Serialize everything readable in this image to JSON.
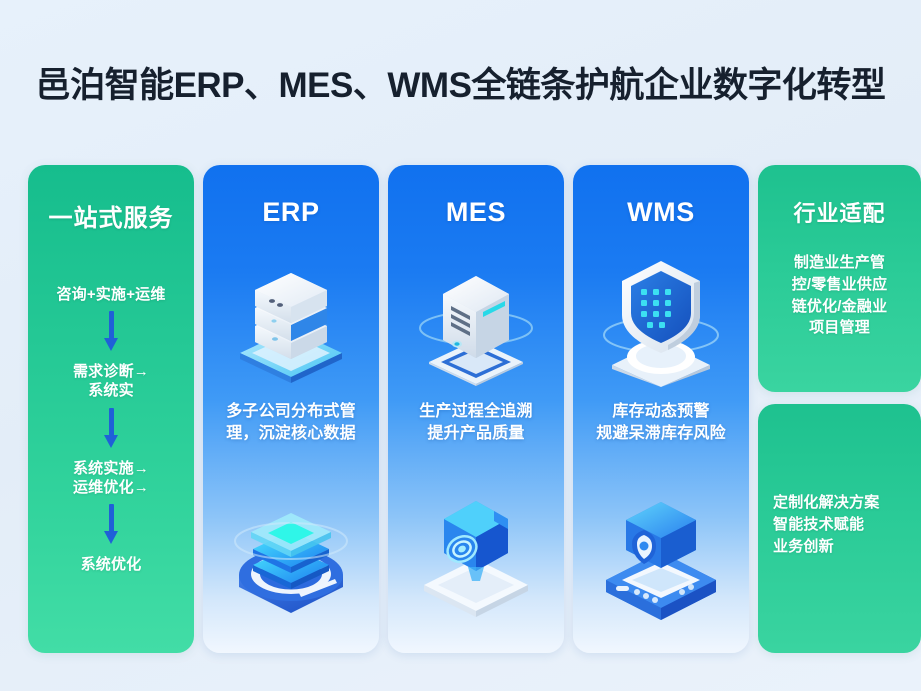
{
  "page": {
    "title": "邑泊智能ERP、MES、WMS全链条护航企业数字化转型",
    "background_color": "#e6f0fa",
    "accent_green": "#24c895",
    "accent_blue": "#1477f0",
    "arrow_color": "#1f60d8"
  },
  "service_panel": {
    "heading": "一站式服务",
    "flow": [
      {
        "label": "咨询+实施+运维"
      },
      {
        "label": "需求诊断→\n系统实"
      },
      {
        "label": "系统实施→\n运维优化→"
      },
      {
        "label": "系统优化"
      }
    ],
    "flow_steps": {
      "step1": "咨询+实施+运维",
      "step2_line1": "需求诊断→",
      "step2_line2": "系统实",
      "step3_line1": "系统实施→",
      "step3_line2": "运维优化→",
      "step4": "系统优化"
    }
  },
  "products": [
    {
      "name": "ERP",
      "caption_line1": "多子公司分布式管",
      "caption_line2": "理，沉淀核心数据",
      "icon_top": "server-rack-icon",
      "icon_bottom": "stacked-database-layers-icon"
    },
    {
      "name": "MES",
      "caption_line1": "生产过程全追溯",
      "caption_line2": "提升产品质量",
      "icon_top": "server-tower-icon",
      "icon_bottom": "processor-chip-icon"
    },
    {
      "name": "WMS",
      "caption_line1": "库存动态预警",
      "caption_line2": "规避呆滞库存风险",
      "icon_top": "shield-grid-icon",
      "icon_bottom": "cube-location-pin-icon"
    }
  ],
  "industry_card": {
    "title": "行业适配",
    "line1": "制造业生产管",
    "line2": "控/零售业供应",
    "line3": "链优化/金融业",
    "line4": "项目管理"
  },
  "solution_card": {
    "line1": "定制化解决方案",
    "line2": "智能技术赋能",
    "line3": "业务创新"
  }
}
